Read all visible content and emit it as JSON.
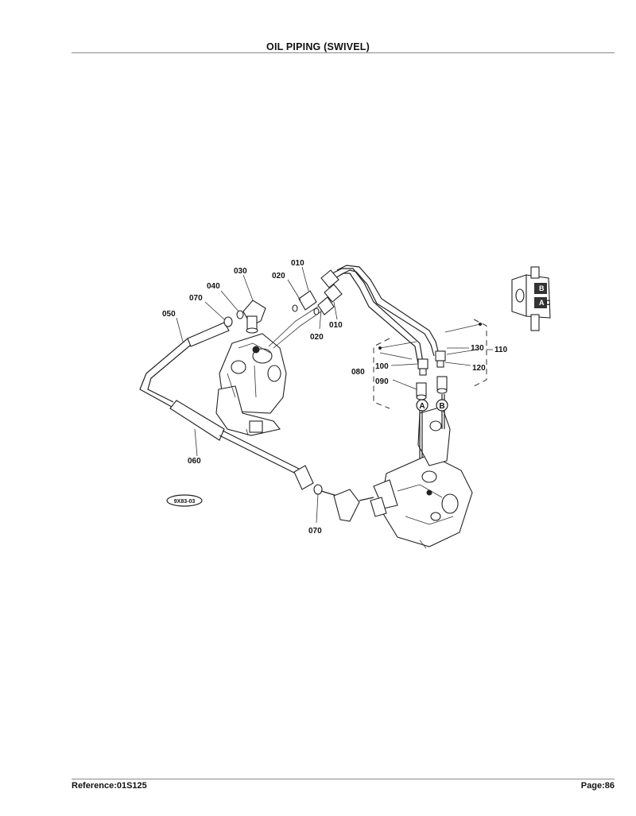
{
  "page_title": "OIL PIPING (SWIVEL)",
  "footer": {
    "reference": "Reference:01S125",
    "page": "Page:86"
  },
  "stamp_code": "9X83-03",
  "callouts": {
    "p010_a": "010",
    "p010_b": "010",
    "p020_a": "020",
    "p020_b": "020",
    "p030": "030",
    "p040": "040",
    "p050": "050",
    "p060": "060",
    "p070_a": "070",
    "p070_b": "070",
    "p080": "080",
    "p090": "090",
    "p100": "100",
    "p110": "110",
    "p120": "120",
    "p130": "130"
  },
  "port_markers": {
    "a": "A",
    "b": "B"
  },
  "inset_markers": {
    "b": "B",
    "a": "A",
    "c": "C"
  }
}
